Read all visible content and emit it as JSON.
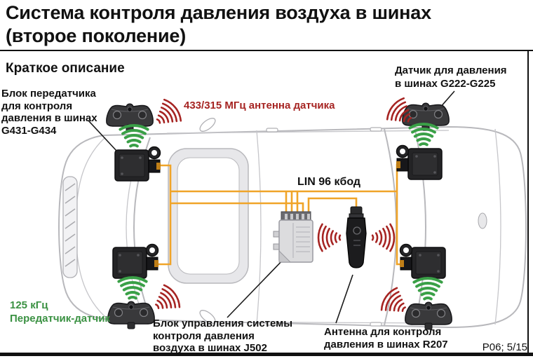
{
  "header": {
    "title_line1": "Система контроля давления воздуха в шинах",
    "title_line2": "(второе поколение)",
    "subtitle": "Краткое описание"
  },
  "labels": {
    "transmitter_block": {
      "lines": [
        "Блок передатчика",
        "для контроля",
        "давления в шинах",
        "G431-G434"
      ]
    },
    "sensor_antenna": {
      "text": "433/315 МГц антенна датчика"
    },
    "tire_sensor": {
      "lines": [
        "Датчик для давления",
        "в шинах G222-G225"
      ]
    },
    "lin_bus": {
      "text": "LIN 96 кбод"
    },
    "lf_transmitter": {
      "lines": [
        "125 кГц",
        "Передатчик-датчик"
      ]
    },
    "control_unit": {
      "lines": [
        "Блок управления системы",
        "контроля давления",
        "воздуха в шинах J502"
      ]
    },
    "antenna": {
      "lines": [
        "Антенна для контроля",
        "давления в шинах R207"
      ]
    }
  },
  "footer": {
    "page_ref": "P06; 5/15"
  },
  "colors": {
    "wire_orange": "#F0A428",
    "wave_green": "#3AA047",
    "wave_red": "#A62422",
    "label_red": "#A62422",
    "label_green": "#3A9142",
    "text_black": "#111111"
  }
}
